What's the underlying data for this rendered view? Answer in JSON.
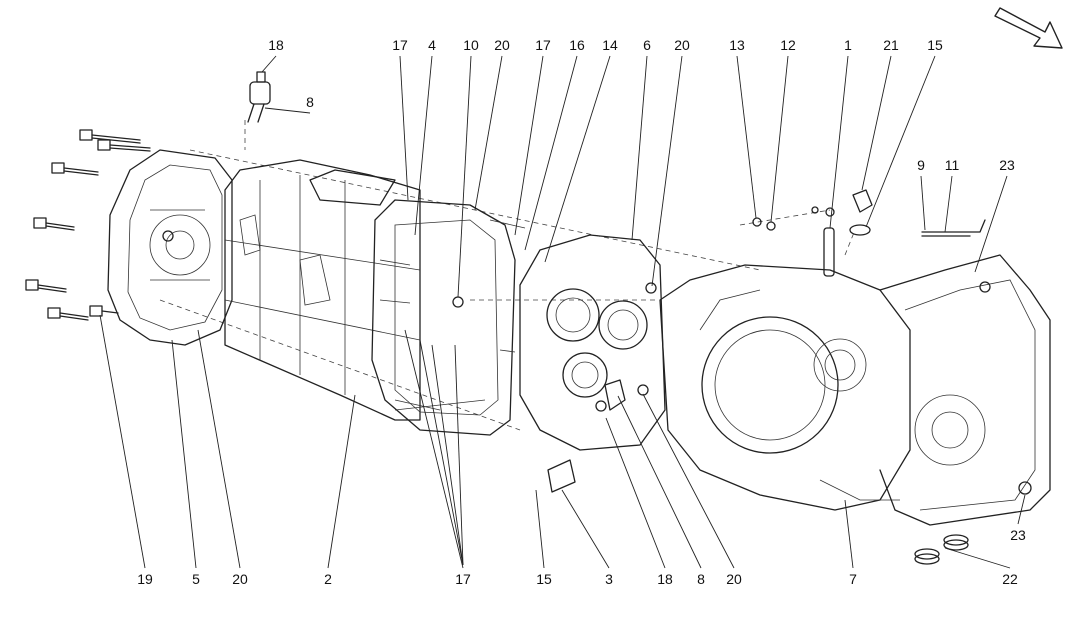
{
  "callouts_top": [
    {
      "label": "18"
    },
    {
      "label": "8"
    },
    {
      "label": "17"
    },
    {
      "label": "4"
    },
    {
      "label": "10"
    },
    {
      "label": "20"
    },
    {
      "label": "17"
    },
    {
      "label": "16"
    },
    {
      "label": "14"
    },
    {
      "label": "6"
    },
    {
      "label": "20"
    },
    {
      "label": "13"
    },
    {
      "label": "12"
    },
    {
      "label": "1"
    },
    {
      "label": "21"
    },
    {
      "label": "15"
    },
    {
      "label": "9"
    },
    {
      "label": "11"
    },
    {
      "label": "23"
    }
  ],
  "callouts_bottom": [
    {
      "label": "19"
    },
    {
      "label": "5"
    },
    {
      "label": "20"
    },
    {
      "label": "2"
    },
    {
      "label": "17"
    },
    {
      "label": "15"
    },
    {
      "label": "3"
    },
    {
      "label": "18"
    },
    {
      "label": "8"
    },
    {
      "label": "20"
    },
    {
      "label": "7"
    },
    {
      "label": "23"
    },
    {
      "label": "22"
    }
  ],
  "direction_arrow": {
    "icon": "direction-arrow-icon"
  },
  "colors": {
    "line": "#222222",
    "background": "#ffffff"
  }
}
